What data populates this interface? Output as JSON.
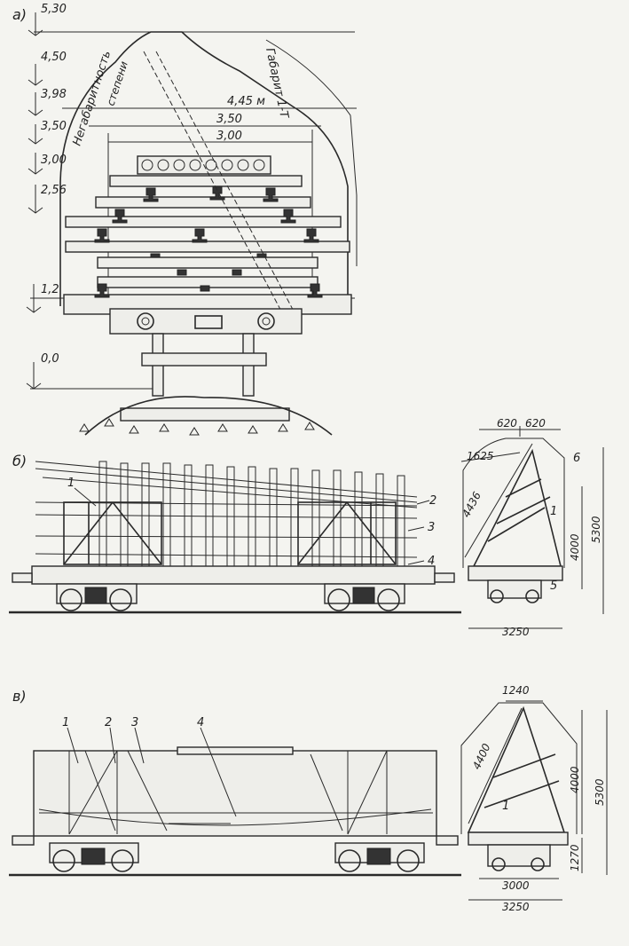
{
  "panels": {
    "a": {
      "label": "а)"
    },
    "b": {
      "label": "б)"
    },
    "v": {
      "label": "в)"
    }
  },
  "elevations": [
    "5,30",
    "4,50",
    "3,98",
    "3,50",
    "3,00",
    "2,56",
    "1,2",
    "0,0"
  ],
  "gauge_labels": {
    "oversize": "Негабаритность",
    "degree": "степени",
    "gauge": "Габарит 1-Т"
  },
  "widths": {
    "w1": "4,45 м",
    "w2": "3,50",
    "w3": "3,00"
  },
  "panel_b": {
    "callouts": [
      "1",
      "2",
      "3",
      "4"
    ],
    "side_callouts": [
      "6",
      "1",
      "5"
    ],
    "dims": {
      "d620a": "620",
      "d620b": "620",
      "d1625": "1625",
      "d4436": "4436",
      "d4000": "4000",
      "d5300": "5300",
      "d3250": "3250"
    }
  },
  "panel_v": {
    "callouts": [
      "1",
      "2",
      "3",
      "4"
    ],
    "side_callouts": [
      "1"
    ],
    "dims": {
      "d1240": "1240",
      "d4400": "4400",
      "d4000": "4000",
      "d5300": "5300",
      "d1270": "1270",
      "d3000": "3000",
      "d3250": "3250"
    }
  }
}
